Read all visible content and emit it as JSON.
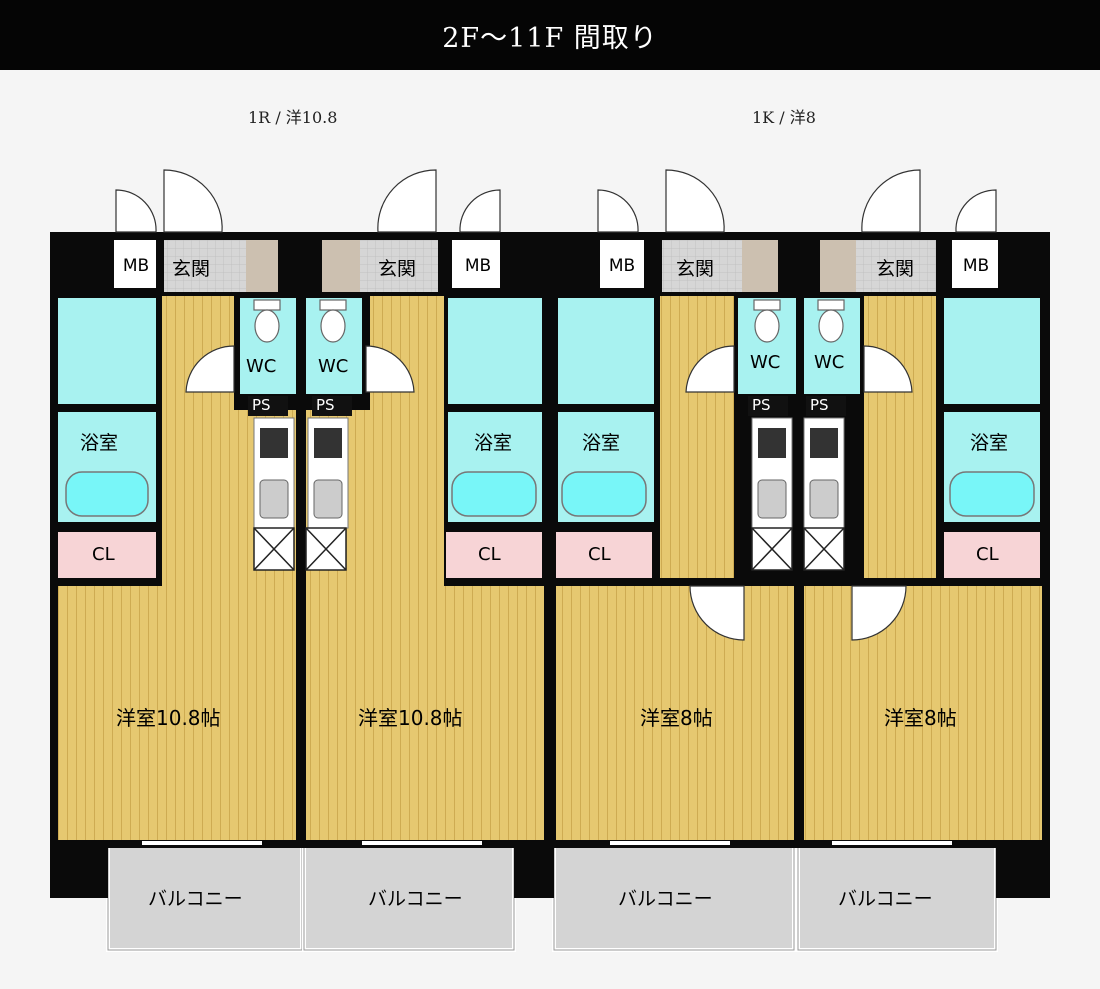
{
  "header": {
    "title": "2F～11F 間取り"
  },
  "unit_types": [
    {
      "label": "1R / 洋10.8"
    },
    {
      "label": "1K / 洋8"
    }
  ],
  "units": [
    {
      "room": "洋室10.8帖",
      "entrance": "玄関",
      "meter": "MB",
      "toilet": "WC",
      "shaft": "PS",
      "bath": "浴室",
      "closet": "CL",
      "balcony": "バルコニー"
    },
    {
      "room": "洋室10.8帖",
      "entrance": "玄関",
      "meter": "MB",
      "toilet": "WC",
      "shaft": "PS",
      "bath": "浴室",
      "closet": "CL",
      "balcony": "バルコニー"
    },
    {
      "room": "洋室8帖",
      "entrance": "玄関",
      "meter": "MB",
      "toilet": "WC",
      "shaft": "PS",
      "bath": "浴室",
      "closet": "CL",
      "balcony": "バルコニー"
    },
    {
      "room": "洋室8帖",
      "entrance": "玄関",
      "meter": "MB",
      "toilet": "WC",
      "shaft": "PS",
      "bath": "浴室",
      "closet": "CL",
      "balcony": "バルコニー"
    }
  ],
  "colors": {
    "floor": "#e6c870",
    "wet_area": "#a8f2f0",
    "closet": "#f7d4d6",
    "entrance": "#d2d2d2",
    "balcony": "#d4d4d4",
    "wall": "#0a0a0a"
  }
}
